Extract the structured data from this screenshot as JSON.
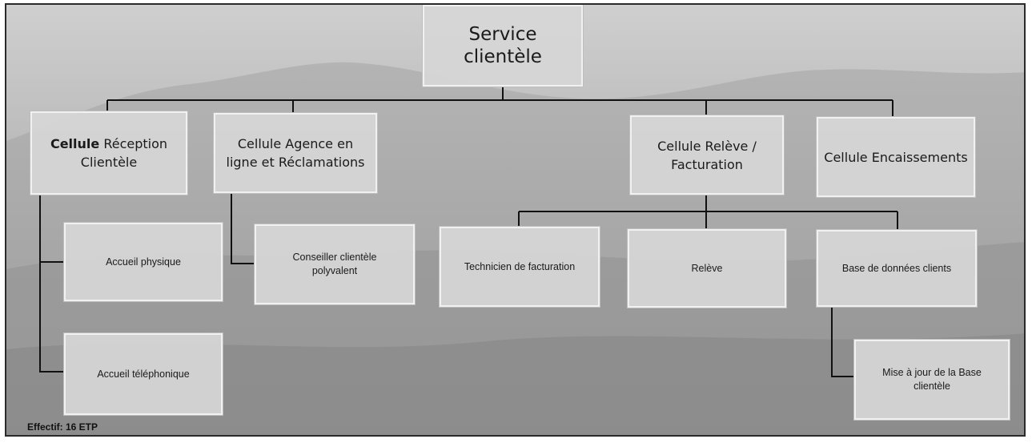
{
  "chart": {
    "root": "Service\nclientèle",
    "cells": [
      {
        "bold": "Cellule",
        "rest": " Réception\nClientèle"
      },
      {
        "bold": "",
        "rest": "Cellule Agence en\nligne et Réclamations"
      },
      {
        "bold": "",
        "rest": "Cellule Relève /\nFacturation"
      },
      {
        "bold": "",
        "rest": "Cellule Encaissements"
      }
    ],
    "subunits": {
      "accueil_physique": "Accueil physique",
      "accueil_telephonique": "Accueil téléphonique",
      "conseiller": "Conseiller clientèle\npolyvalent",
      "technicien": "Technicien de facturation",
      "releve": "Relève",
      "base_donnees": "Base de données clients",
      "mise_a_jour": "Mise à jour de la Base\nclientèle"
    }
  },
  "footnote": "Effectif: 16 ETP",
  "colors": {
    "line": "#111111",
    "box_fill": "#d6d6d6",
    "background": "#b3b3b3"
  }
}
